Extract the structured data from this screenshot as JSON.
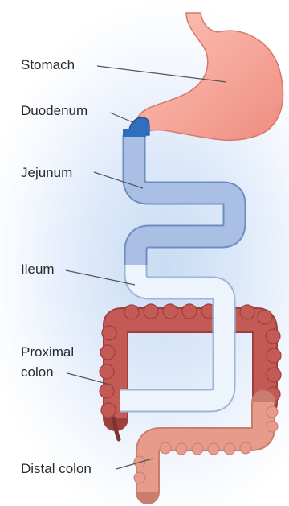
{
  "labels": {
    "stomach": "Stomach",
    "duodenum": "Duodenum",
    "jejunum": "Jejunum",
    "ileum": "Ileum",
    "proximal_colon_line1": "Proximal",
    "proximal_colon_line2": "colon",
    "distal_colon": "Distal colon"
  },
  "colors": {
    "stomach": "#f6a69a",
    "duodenum": "#2f6fbf",
    "jejunum": "#a9bfe3",
    "ileum": "#eef4fc",
    "proximal_colon": "#c45a55",
    "distal_colon": "#e79b8b",
    "leader_line": "#555555"
  }
}
